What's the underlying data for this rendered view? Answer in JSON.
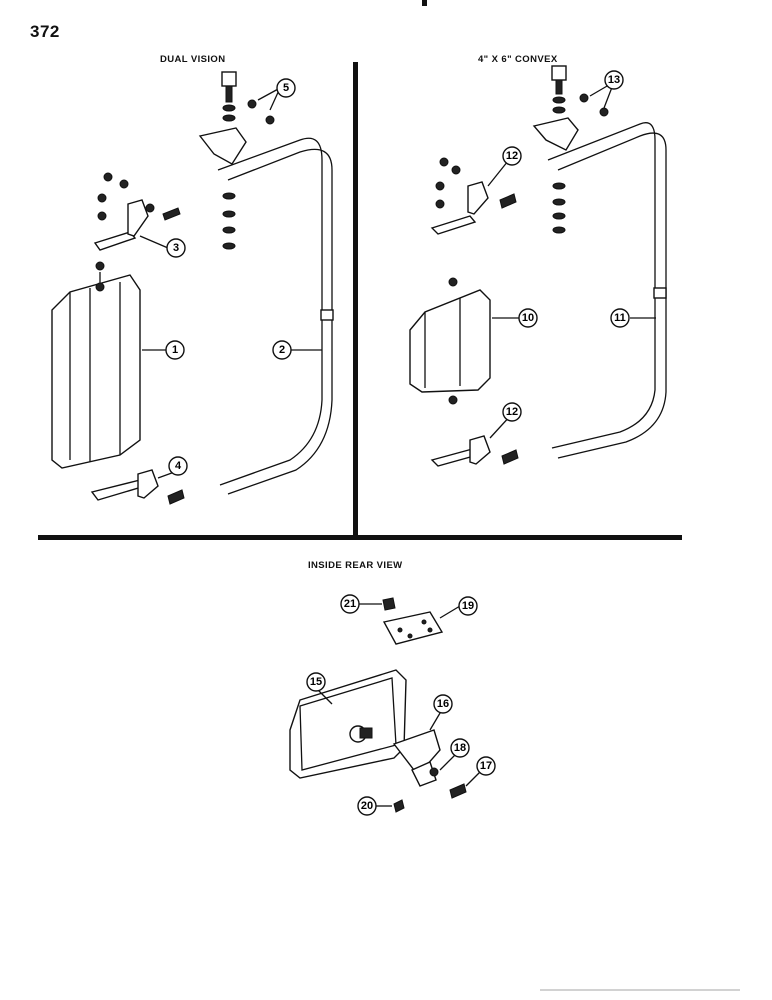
{
  "page_number": "372",
  "sections": {
    "dual_vision": "DUAL VISION",
    "convex": "4\" X 6\" CONVEX",
    "inside_rear_view": "INSIDE REAR VIEW"
  },
  "callouts": [
    "1",
    "2",
    "3",
    "4",
    "5",
    "10",
    "11",
    "12",
    "12",
    "13",
    "15",
    "16",
    "17",
    "18",
    "19",
    "20",
    "21"
  ]
}
